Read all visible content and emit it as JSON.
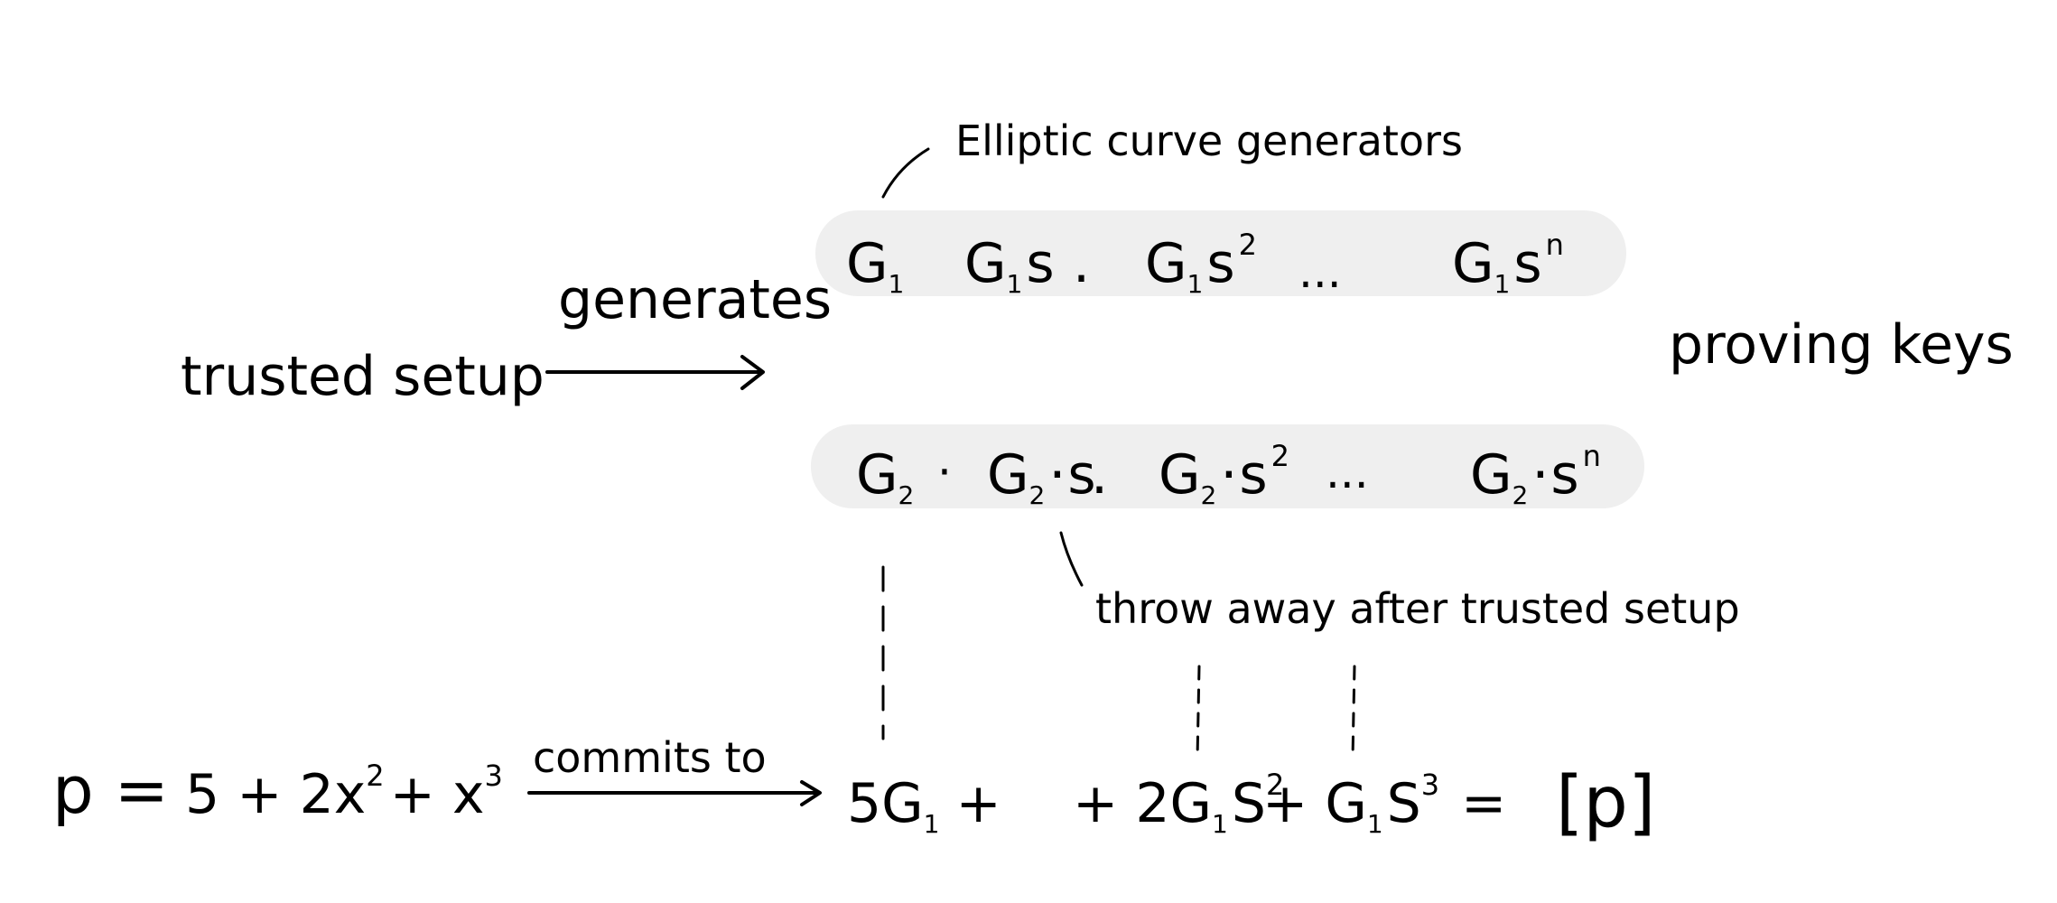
{
  "labels": {
    "elliptic_curve_generators": "Elliptic curve generators",
    "generates": "generates",
    "trusted_setup": "trusted setup",
    "proving_keys": "proving keys",
    "throw_away": "throw away after trusted setup",
    "commits_to": "commits to"
  },
  "row1": {
    "g1": "G",
    "g1_sub": "1",
    "g1s": "G",
    "g1s_sub": "1",
    "g1s_s": "s",
    "g1s2": "G",
    "g1s2_sub": "1",
    "g1s2_s": "s",
    "g1s2_exp": "2",
    "dots": "...",
    "g1sn": "G",
    "g1sn_sub": "1",
    "g1sn_s": "s",
    "g1sn_exp": "n"
  },
  "row2": {
    "g2": "G",
    "g2_sub": "2",
    "g2s": "G",
    "g2s_sub": "2",
    "g2s_s": "s",
    "g2s2": "G",
    "g2s2_sub": "2",
    "g2s2_s": "s",
    "g2s2_exp": "2",
    "dots": "...",
    "g2sn": "G",
    "g2sn_sub": "2",
    "g2sn_s": "s",
    "g2sn_exp": "n"
  },
  "polynomial": {
    "lhs": "p =",
    "rhs_a": "5 + 2x",
    "exp2": "2",
    "rhs_b": "+ x",
    "exp3": "3"
  },
  "commitment": {
    "term1": "5G",
    "term1_sub": "1",
    "plus1": "+",
    "plus2": "+ 2G",
    "term2_sub": "1",
    "term2_s": "S",
    "term2_exp": "2",
    "plus3": "+ G",
    "term3_sub": "1",
    "term3_s": "S",
    "term3_exp": "3",
    "equals": "=",
    "result": "[p]"
  }
}
